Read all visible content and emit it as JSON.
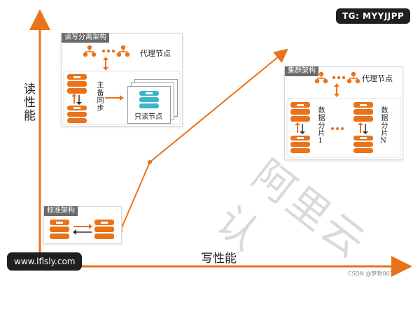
{
  "badge_tl": "TG: MYYJJPP",
  "url_badge": "www.lflsly.com",
  "axes": {
    "y_label": "读性能",
    "x_label": "写性能"
  },
  "panels": {
    "standard": {
      "title": "标准架构"
    },
    "rw_split": {
      "title": "读写分离架构",
      "proxy_label": "代理节点",
      "sync_label": "主备同步",
      "readonly_label": "只读节点"
    },
    "cluster": {
      "title": "集群架构",
      "proxy_label": "代理节点",
      "shard1_label": "数据分片1",
      "shardN_label": "数据分片N"
    }
  },
  "watermark": "阿里云认",
  "csdn": "CSDN @梦想007",
  "colors": {
    "accent": "#e8731a",
    "teal": "#3bb5c9",
    "panel_tag": "#6b6b6b"
  }
}
